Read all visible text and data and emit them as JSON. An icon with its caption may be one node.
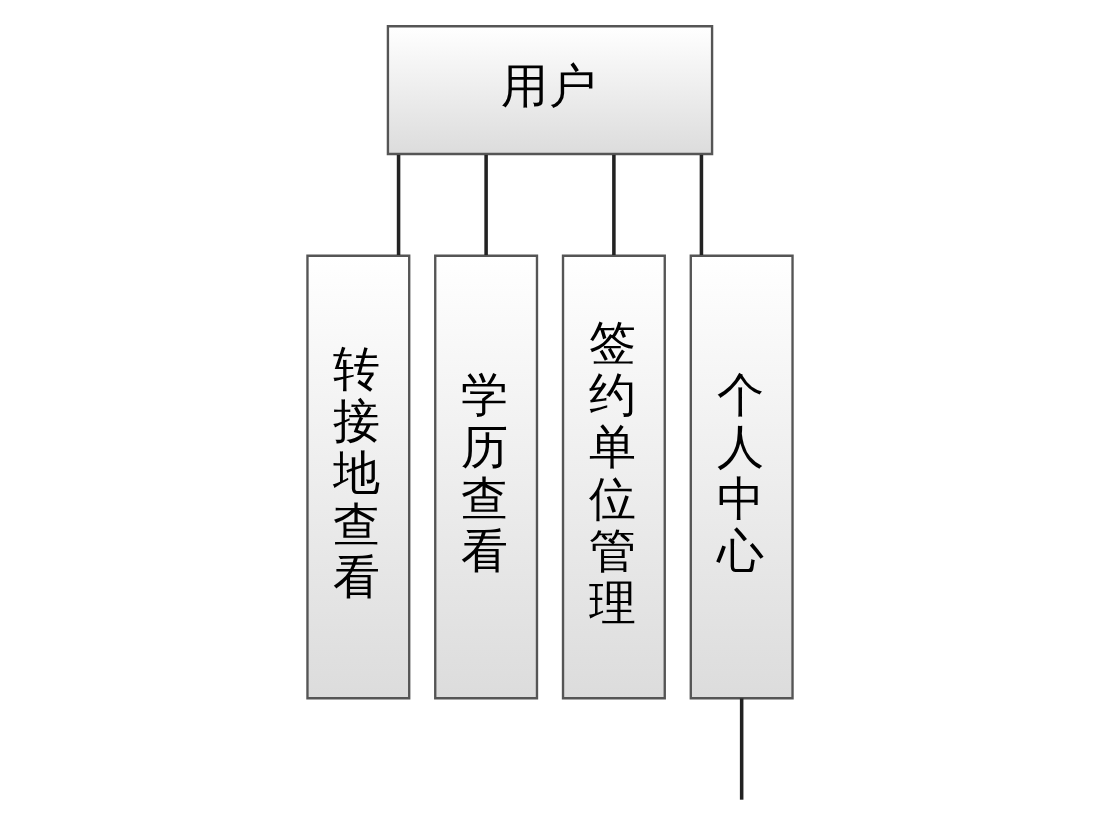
{
  "diagram": {
    "nodes": [
      {
        "text": [
          "用户"
        ]
      },
      {
        "text": [
          "转接地查看"
        ]
      },
      {
        "text": [
          "学历查看"
        ]
      },
      {
        "text": [
          "签约单位管理"
        ]
      },
      {
        "text": [
          "个人中心"
        ]
      }
    ],
    "edges": [
      {
        "from": 0,
        "to": 1,
        "arrow": "none"
      },
      {
        "from": 0,
        "to": 2,
        "arrow": "none"
      },
      {
        "from": 0,
        "to": 3,
        "arrow": "none"
      },
      {
        "from": 0,
        "to": 4,
        "arrow": "none"
      },
      {
        "from": 4,
        "to": null,
        "arrow": "none"
      }
    ]
  }
}
